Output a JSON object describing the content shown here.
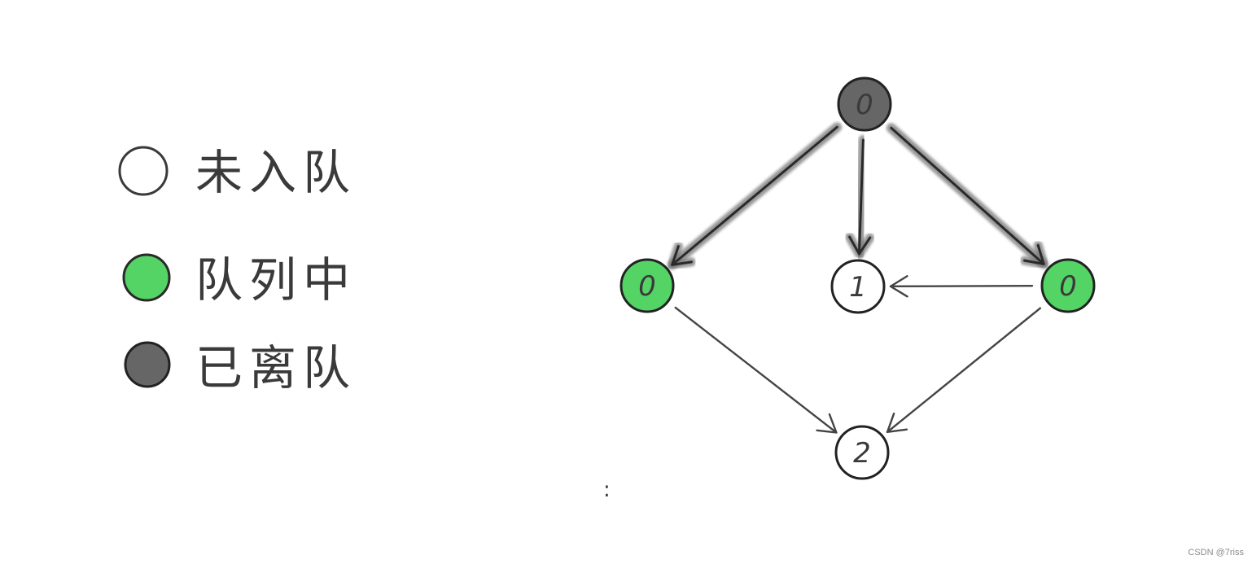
{
  "colors": {
    "not_queued": "#ffffff",
    "in_queue": "#55d466",
    "dequeued": "#666666",
    "stroke": "#222222",
    "edge": "#444444",
    "edge_shadow": "#777777"
  },
  "legend": {
    "items": [
      {
        "state": "not_queued",
        "label": "未入队"
      },
      {
        "state": "in_queue",
        "label": "队列中"
      },
      {
        "state": "dequeued",
        "label": "已离队"
      }
    ]
  },
  "graph": {
    "nodes": [
      {
        "id": "top",
        "label": "0",
        "state": "dequeued"
      },
      {
        "id": "left",
        "label": "0",
        "state": "in_queue"
      },
      {
        "id": "middle",
        "label": "1",
        "state": "not_queued"
      },
      {
        "id": "right",
        "label": "0",
        "state": "in_queue"
      },
      {
        "id": "bottom",
        "label": "2",
        "state": "not_queued"
      }
    ],
    "edges": [
      {
        "from": "top",
        "to": "left",
        "processed": true
      },
      {
        "from": "top",
        "to": "middle",
        "processed": true
      },
      {
        "from": "top",
        "to": "right",
        "processed": true
      },
      {
        "from": "right",
        "to": "middle",
        "processed": false
      },
      {
        "from": "left",
        "to": "bottom",
        "processed": false
      },
      {
        "from": "right",
        "to": "bottom",
        "processed": false
      }
    ]
  },
  "stray_mark": ":",
  "watermark": "CSDN @7riss"
}
